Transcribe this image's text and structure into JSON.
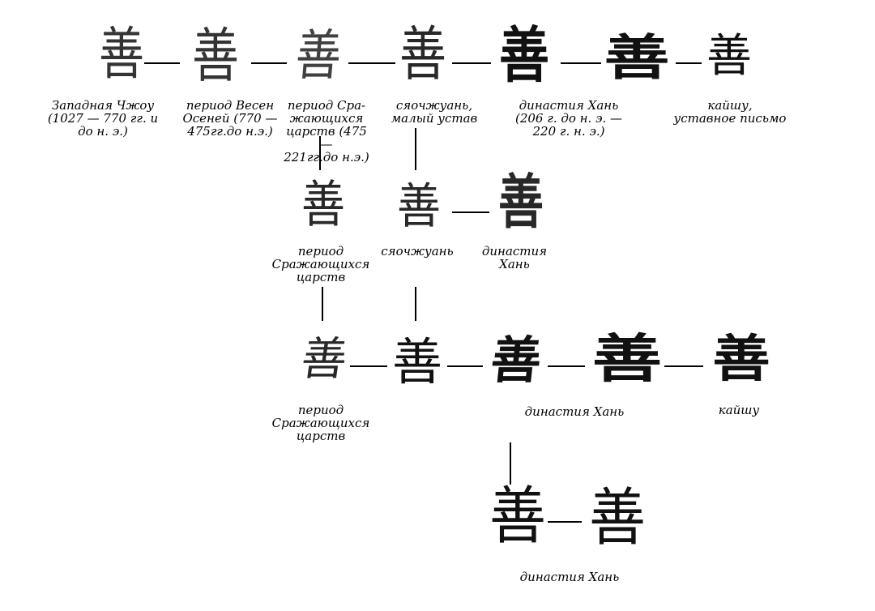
{
  "glyph_char": "善",
  "rows": {
    "row1": {
      "nodes": [
        {
          "caption": "Западная Чжоу\n(1027 — 770 гг. и\nдо н. э.)"
        },
        {
          "caption": "период Весен\nОсеней (770 —\n475гг.до н.э.)"
        },
        {
          "caption": "период Сра-\nжающихся\nцарств (475 —\n221гг.до н.э.)"
        },
        {
          "caption": "сяочжуань,\nмалый устав"
        },
        {
          "caption": "династия Хань\n(206 г. до н. э. —\n220 г. н. э.)"
        },
        {
          "caption": ""
        },
        {
          "caption": "кайшу,\nуставное письмо"
        }
      ]
    },
    "row2": {
      "nodes": [
        {
          "caption": "период\nСражающихся\nцарств"
        },
        {
          "caption": "сяочжуань"
        },
        {
          "caption": "династия\nХань"
        }
      ]
    },
    "row3": {
      "nodes": [
        {
          "caption": "период\nСражающихся\nцарств"
        },
        {
          "caption": ""
        },
        {
          "caption": ""
        },
        {
          "caption": "династия Хань"
        },
        {
          "caption": "кайшу"
        }
      ]
    },
    "row4": {
      "nodes": [
        {
          "caption": ""
        },
        {
          "caption": "династия Хань"
        }
      ]
    }
  }
}
